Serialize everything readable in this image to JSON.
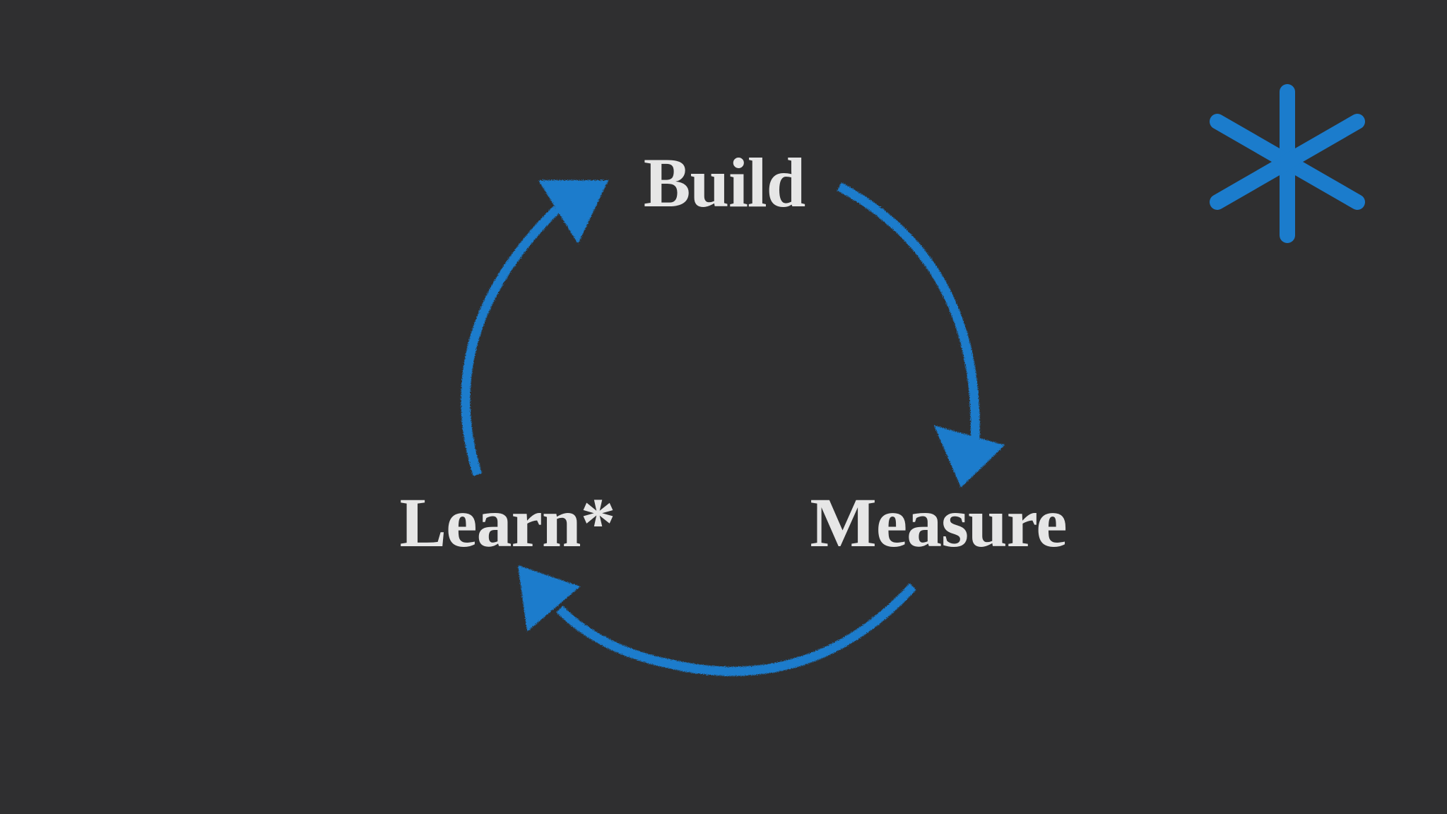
{
  "diagram": {
    "nodes": [
      {
        "id": "build",
        "label": "Build"
      },
      {
        "id": "measure",
        "label": "Measure"
      },
      {
        "id": "learn",
        "label": "Learn*"
      }
    ],
    "edges": [
      {
        "from": "build",
        "to": "measure"
      },
      {
        "from": "measure",
        "to": "learn"
      },
      {
        "from": "learn",
        "to": "build"
      }
    ]
  },
  "colors": {
    "background": "#2f2f30",
    "accent": "#1b7ccc",
    "label": "#e6e6e6"
  },
  "decoration": {
    "icon": "asterisk-icon"
  }
}
